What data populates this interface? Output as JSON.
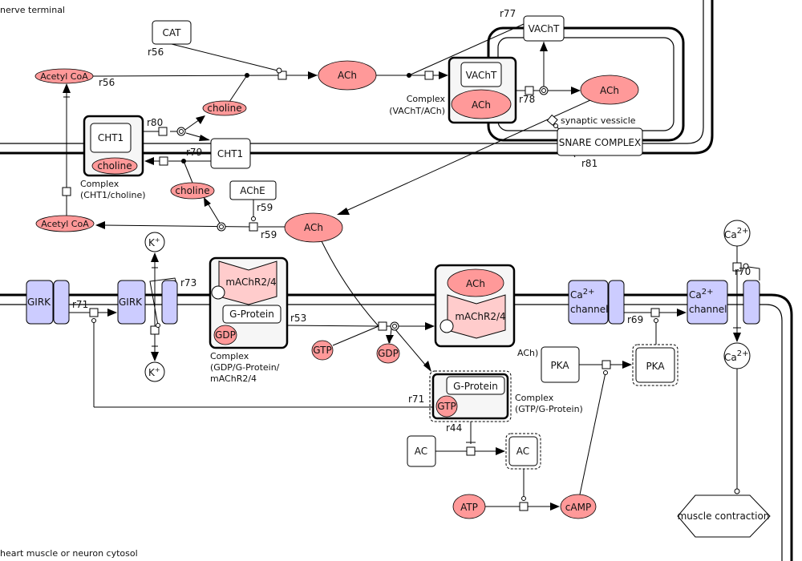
{
  "compartments": {
    "nerve_terminal": "nerve terminal",
    "cytosol": "heart muscle or neuron cytosol",
    "vesicle": "synaptic vessicle"
  },
  "species": {
    "cat": "CAT",
    "acetyl_coa_top": "Acetyl CoA",
    "acetyl_coa_bottom": "Acetyl CoA",
    "ach_top": "ACh",
    "ach_vesicle": "ACh",
    "ach_cleft": "ACh",
    "choline_top": "choline",
    "choline_mid": "choline",
    "cht1": "CHT1",
    "ache": "AChE",
    "vacht": "VAChT",
    "snare": "SNARE COMPLEX",
    "k_top": "K",
    "k_bottom": "K",
    "k_charge": "+",
    "girk1": "GIRK",
    "girk2": "GIRK",
    "gtp": "GTP",
    "gdp": "GDP",
    "pka_inactive": "PKA",
    "pka_active": "PKA",
    "ac_inactive": "AC",
    "ac_active": "AC",
    "atp": "ATP",
    "camp": "cAMP",
    "ca": "Ca",
    "ca_charge": "2+",
    "channel": "channel",
    "muscle_contraction": "muscle contraction"
  },
  "complexes": {
    "cht1_choline": {
      "label1": "Complex",
      "label2": "(CHT1/choline)",
      "cht1": "CHT1",
      "choline": "choline"
    },
    "vacht_ach": {
      "label1": "Complex",
      "label2": "(VAChT/ACh)",
      "vacht": "VAChT",
      "ach": "ACh"
    },
    "gdp_gprot_machr": {
      "label1": "Complex",
      "label2": "(GDP/G-Protein/",
      "label3": "mAChR2/4",
      "receptor": "mAChR2/4",
      "gprotein": "G-Protein",
      "gdp": "GDP"
    },
    "ach_machr": {
      "label": "ACh)",
      "ach": "ACh",
      "receptor": "mAChR2/4"
    },
    "gtp_gprot": {
      "label1": "Complex",
      "label2": "(GTP/G-Protein)",
      "gprotein": "G-Protein",
      "gtp": "GTP"
    }
  },
  "reactions": [
    "r56",
    "r56",
    "r80",
    "r79",
    "r59",
    "r59",
    "r77",
    "r78",
    "r81",
    "r73",
    "r71",
    "r53",
    "r69",
    "r71",
    "r44",
    "r70"
  ],
  "colors": {
    "simple_molecule": "#ff9999",
    "channel": "#ccccff",
    "receptor": "#ffcccc",
    "complex": "#f6f6f6"
  }
}
